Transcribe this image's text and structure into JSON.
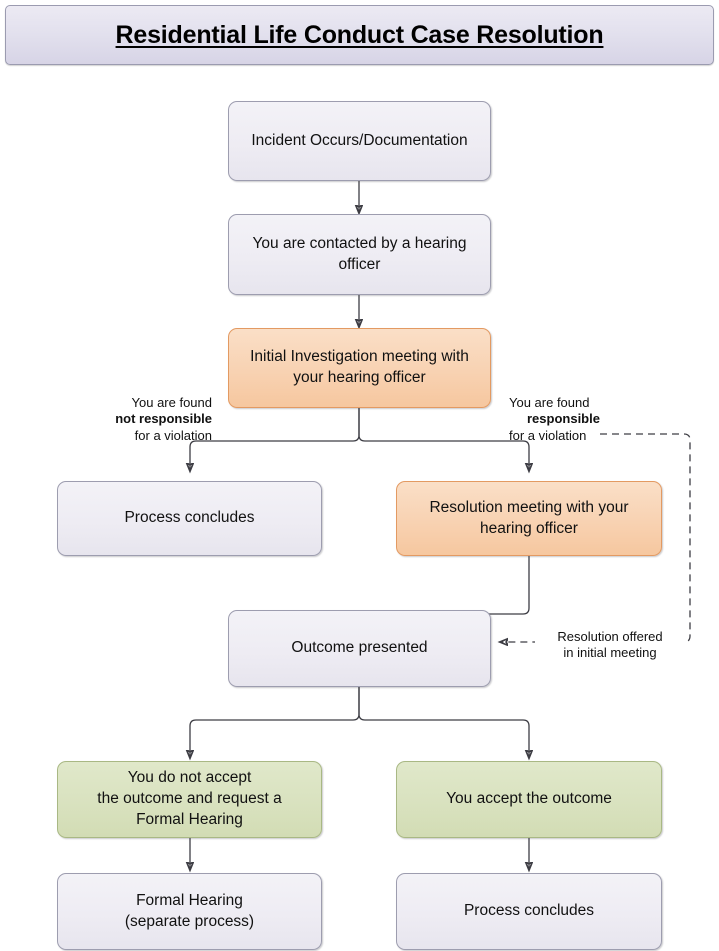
{
  "title": {
    "text": "Residential Life Conduct Case Resolution"
  },
  "nodes": [
    {
      "id": "incident",
      "label": "Incident Occurs/Documentation",
      "lines": [
        "Incident Occurs/Documentation"
      ],
      "color": "grey"
    },
    {
      "id": "contacted",
      "label": "You are contacted by a hearing officer",
      "lines": [
        "You are contacted by a hearing",
        "officer"
      ],
      "color": "grey"
    },
    {
      "id": "initial-meeting",
      "label": "Initial Investigation meeting with your hearing officer",
      "lines": [
        "Initial Investigation meeting with",
        "your hearing officer"
      ],
      "color": "orange"
    },
    {
      "id": "process-concludes-left",
      "label": "Process concludes",
      "lines": [
        "Process concludes"
      ],
      "color": "grey"
    },
    {
      "id": "resolution-meeting",
      "label": "Resolution meeting with your hearing officer",
      "lines": [
        "Resolution meeting with your",
        "hearing officer"
      ],
      "color": "orange"
    },
    {
      "id": "outcome-presented",
      "label": "Outcome presented",
      "lines": [
        "Outcome presented"
      ],
      "color": "grey"
    },
    {
      "id": "do-not-accept",
      "label": "You do not accept the outcome and request a Formal Hearing",
      "lines": [
        "You do not accept",
        "the outcome and request a",
        "Formal Hearing"
      ],
      "color": "green"
    },
    {
      "id": "accept-outcome",
      "label": "You accept the outcome",
      "lines": [
        "You accept the outcome"
      ],
      "color": "green"
    },
    {
      "id": "formal-hearing",
      "label": "Formal Hearing (separate process)",
      "lines": [
        "Formal Hearing",
        "(separate process)"
      ],
      "color": "grey"
    },
    {
      "id": "process-concludes-right",
      "label": "Process concludes",
      "lines": [
        "Process concludes"
      ],
      "color": "grey"
    }
  ],
  "edge_labels": {
    "not_responsible": {
      "line1": "You are found",
      "line2": "not responsible",
      "line3": "for a violation"
    },
    "responsible": {
      "line1": "You are found",
      "line2": "responsible",
      "line3": "for a violation"
    },
    "resolution_offered": {
      "line1": "Resolution offered",
      "line2": "in initial meeting"
    }
  },
  "colors": {
    "grey_fill": "#eeecf3",
    "grey_border": "#9d9daf",
    "orange_fill": "#f8d2b2",
    "orange_border": "#e39a62",
    "green_fill": "#d9e2bf",
    "green_border": "#a9b884",
    "title_fill": "#e3e1ee",
    "title_border": "#9b9bb0",
    "connector": "#3d3d44"
  }
}
